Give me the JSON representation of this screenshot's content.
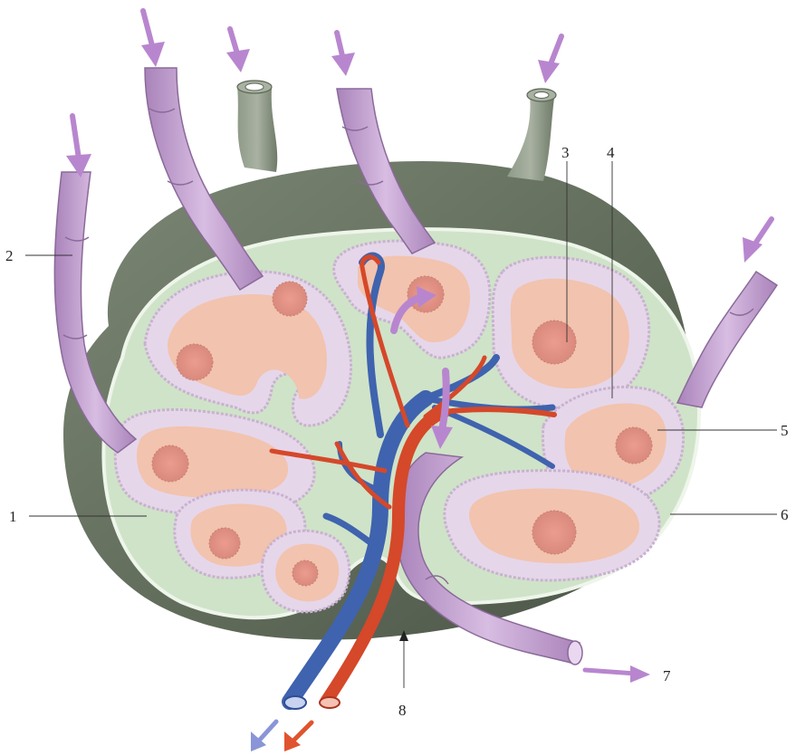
{
  "labels": {
    "l1": "1",
    "l2": "2",
    "l3": "3",
    "l4": "4",
    "l5": "5",
    "l6": "6",
    "l7": "7",
    "l8": "8"
  },
  "colors": {
    "capsule": "#6f7a68",
    "capsule_edge": "#4d5548",
    "sinus_green": "#cfe3c8",
    "cortex_lilac": "#e6d6ea",
    "cortex_pink": "#f2c3ae",
    "follicle": "#e49a8d",
    "lymph_vessel": "#c9a8d4",
    "lymph_vessel_dark": "#9c72ad",
    "vein_blue": "#3f63ae",
    "artery_red": "#d5482a",
    "flow_arrow_violet": "#b886cf",
    "out_arrow_blue": "#8a95d8",
    "out_arrow_red": "#e0532e"
  }
}
